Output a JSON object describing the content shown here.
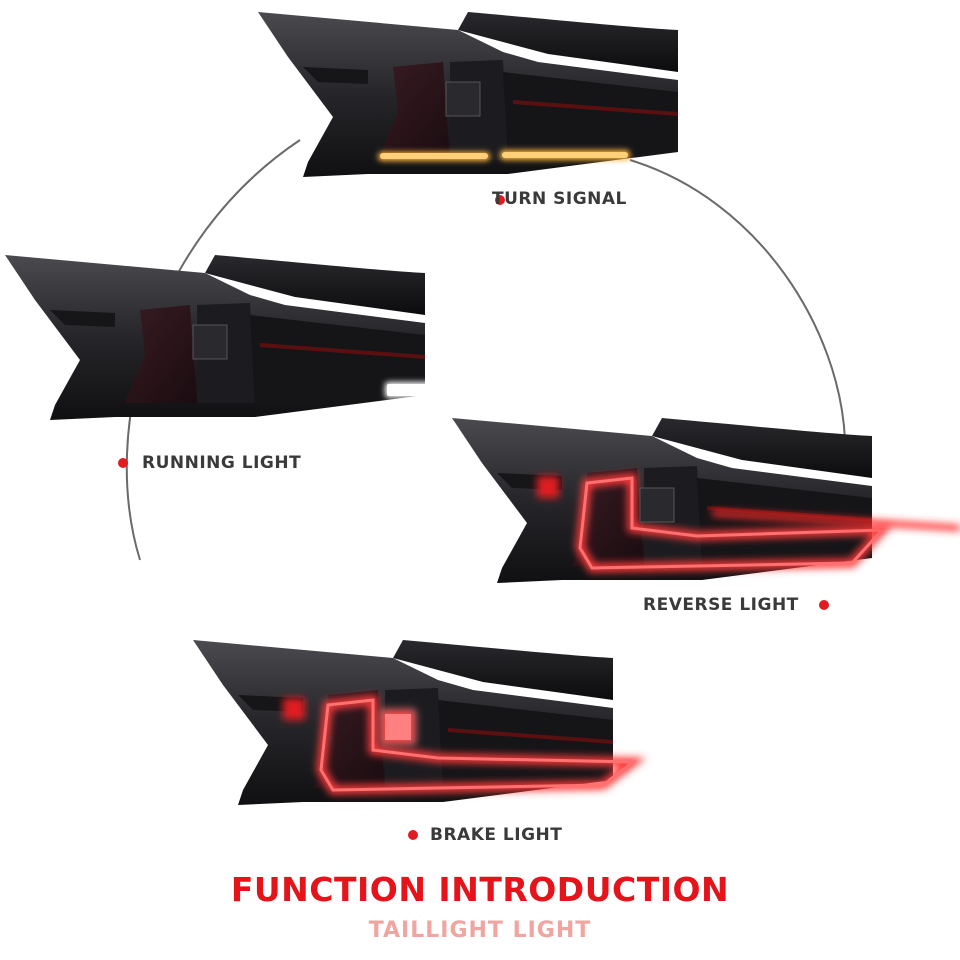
{
  "labels": {
    "turn_signal": "TURN SIGNAL",
    "running_light": "RUNNING LIGHT",
    "reverse_light": "REVERSE LIGHT",
    "brake_light": "BRAKE LIGHT"
  },
  "title": {
    "main": "FUNCTION INTRODUCTION",
    "sub": "TAILLIGHT LIGHT"
  },
  "colors": {
    "accent_red": "#e01b22",
    "title_red": "#e5141b",
    "subtitle_pink": "#f1a5a0",
    "label_gray": "#3a3a3a",
    "amber_light": "#ffb43c",
    "white_light": "#ffffff",
    "red_light": "#ff3a3a"
  }
}
